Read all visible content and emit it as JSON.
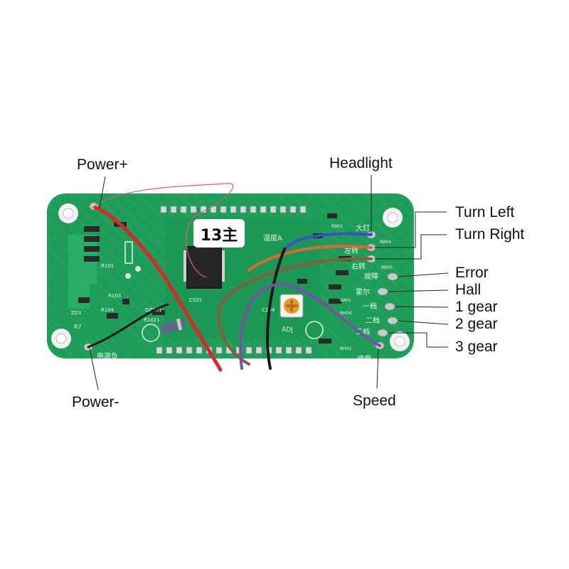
{
  "labels": {
    "power_plus": "Power+",
    "power_minus": "Power-",
    "headlight": "Headlight",
    "turn_left": "Turn Left",
    "turn_right": "Turn Right",
    "error": "Error",
    "hall": "Hall",
    "gear_1": "1 gear",
    "gear_2": "2 gear",
    "gear_3": "3 gear",
    "speed": "Speed"
  },
  "board_markings": {
    "handwritten": "13主",
    "top_label": "温度A",
    "silk_headlight": "大灯",
    "silk_left": "左转",
    "silk_right": "右转",
    "silk_error": "故障",
    "silk_hall": "霍尔",
    "silk_gear1": "一档",
    "silk_gear2": "二档",
    "silk_gear3": "三档",
    "silk_speed": "速度",
    "silk_power_neg": "电源负",
    "silk_adj": "ADJ",
    "silk_cs01": "CS01",
    "silk_c204": "C204",
    "silk_r7": "R7",
    "silk_r101": "R101",
    "silk_r103": "R103",
    "silk_r104": "R104",
    "silk_zd1": "ZD1",
    "silk_dz101": "DZ101",
    "silk_r1021": "R1021",
    "silk_rb01": "RB01",
    "silk_rb04": "RB04",
    "silk_rb05": "RB05",
    "silk_ra01": "RA01",
    "silk_rh01": "RH01",
    "silk_rh04": "RH04"
  },
  "colors": {
    "pcb_green": "#1fa05a",
    "pcb_dark": "#15834a",
    "pad_silver": "#c9c9c9",
    "wire_red": "#e0242b",
    "wire_orange": "#d86a3a",
    "wire_blue": "#3c50c8",
    "wire_purple": "#7a4fa8",
    "wire_brown": "#8a5a3c",
    "wire_black": "#1a1a1a"
  }
}
